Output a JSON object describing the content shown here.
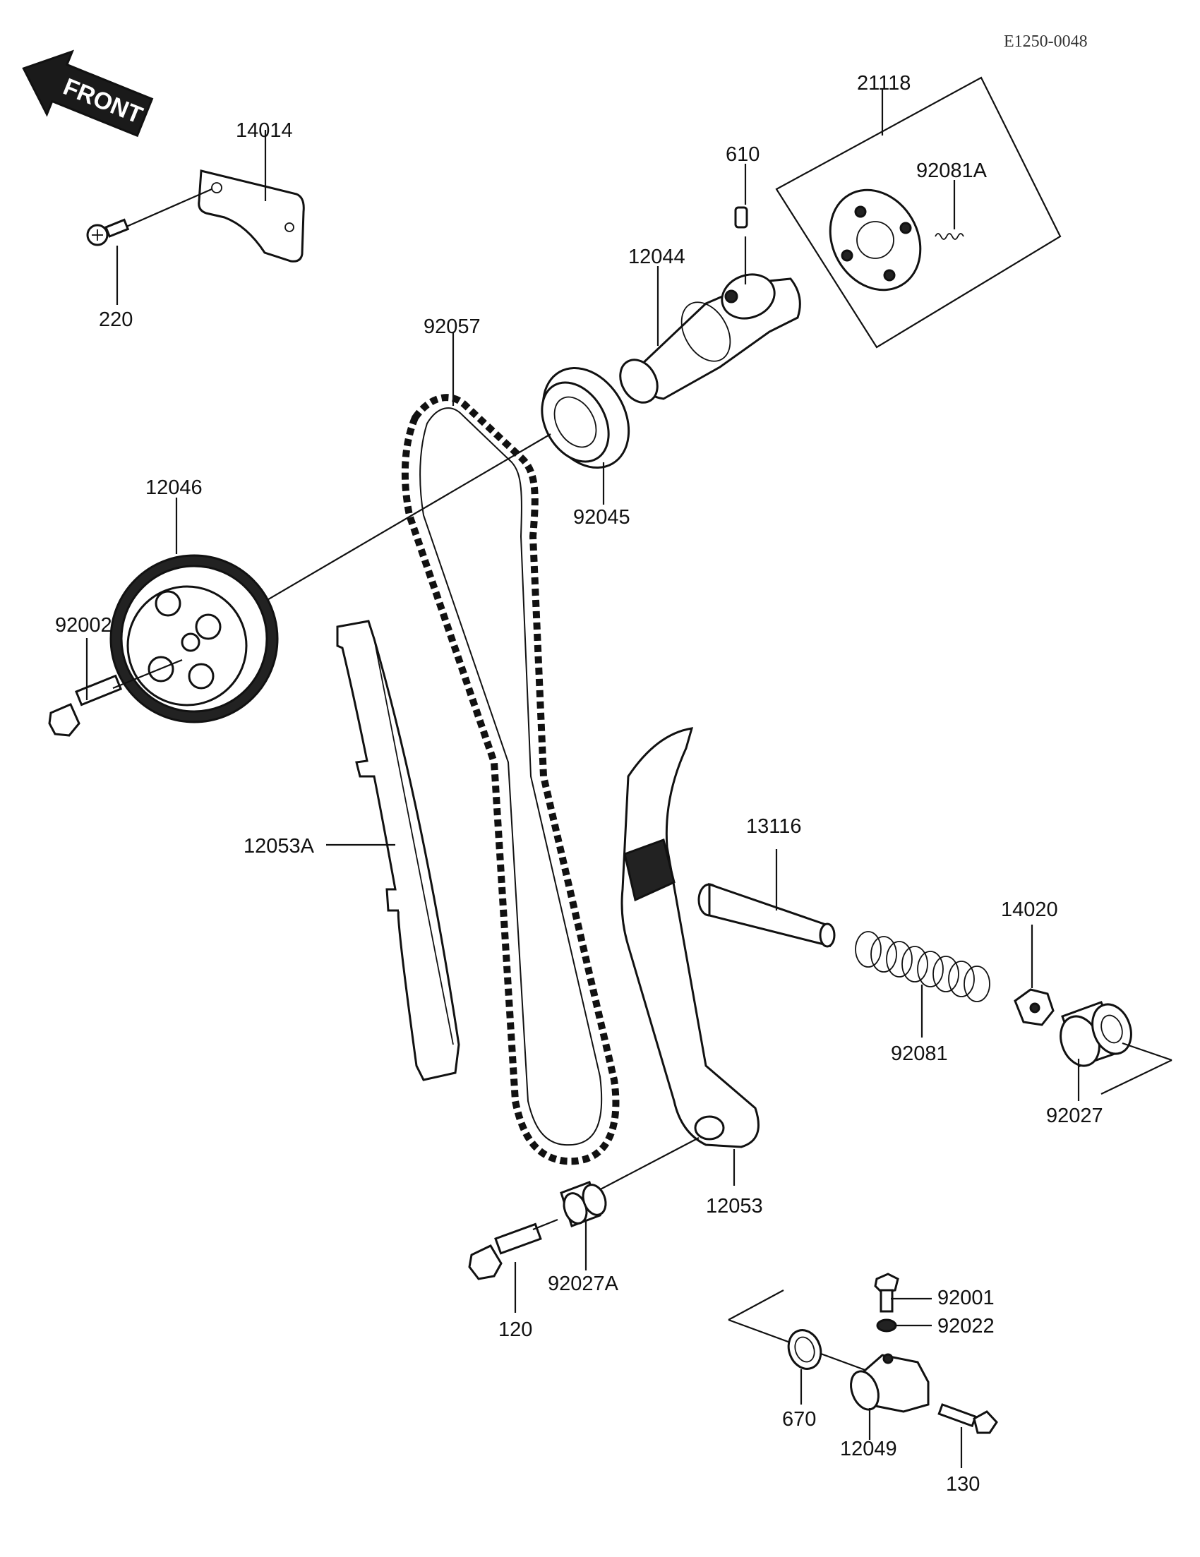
{
  "diagram_code": "E1250-0048",
  "front_label": "FRONT",
  "parts": {
    "p21118": "21118",
    "p610": "610",
    "p92081A": "92081A",
    "p14014": "14014",
    "p12044": "12044",
    "p220": "220",
    "p92057": "92057",
    "p92045": "92045",
    "p12046": "12046",
    "p92002": "92002",
    "p12053A": "12053A",
    "p13116": "13116",
    "p14020": "14020",
    "p92081": "92081",
    "p92027": "92027",
    "p12053": "12053",
    "p92027A": "92027A",
    "p120": "120",
    "p92001": "92001",
    "p92022": "92022",
    "p670": "670",
    "p12049": "12049",
    "p130": "130"
  }
}
